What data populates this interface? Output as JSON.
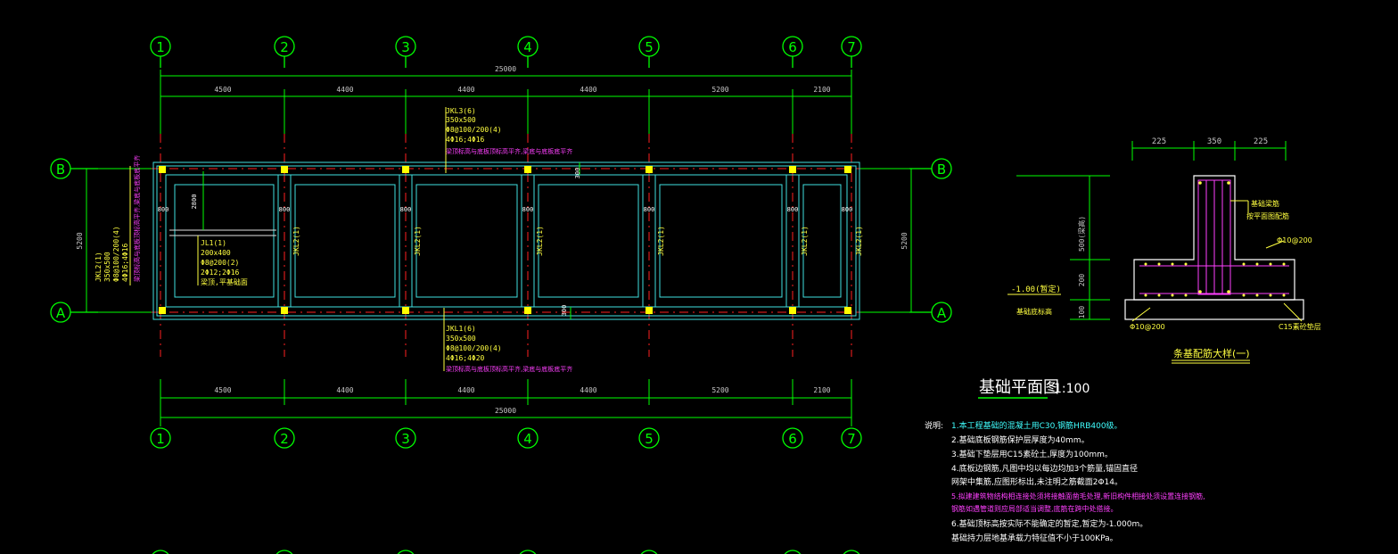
{
  "colors": {
    "background": "#000000",
    "grid_bubble": "#00ff00",
    "dimension": "#00ff00",
    "axis_line": "#ff2020",
    "beam": "#40e0e0",
    "column": "#ffff00",
    "annotation_yellow": "#ffff40",
    "annotation_magenta": "#ff40ff",
    "notes_white": "#ffffff",
    "notes_cyan": "#40ffff"
  },
  "grid": {
    "columns": [
      "1",
      "2",
      "3",
      "4",
      "5",
      "6",
      "7"
    ],
    "rows": [
      "B",
      "A"
    ]
  },
  "dimensions": {
    "total": "25000",
    "spans": [
      "4500",
      "4400",
      "4400",
      "4400",
      "5200",
      "2100"
    ],
    "vertical_left": "5200",
    "vertical_right": "5200"
  },
  "beams": {
    "jkl3_top": [
      "JKL3(6)",
      "350x500",
      "Φ8@100/200(4)",
      "4Φ16;4Φ16"
    ],
    "jkl3_top_note": "梁顶标高与底板顶标高平齐,梁底与底板底平齐",
    "jkl1_bottom": [
      "JKL1(6)",
      "350x500",
      "Φ8@100/200(4)",
      "4Φ16;4Φ20"
    ],
    "jkl1_bottom_note": "梁顶标高与底板顶标高平齐,梁底与底板底平齐",
    "jkl2_left": [
      "JKL2(1)",
      "350x500",
      "Φ8@100/200(4)",
      "4Φ16;4Φ16"
    ],
    "jkl2_left_note": "梁顶标高与底板顶标高平齐,梁底与底板底平齐",
    "jl1": [
      "JL1(1)",
      "200x400",
      "Φ8@200(2)",
      "2Φ12;2Φ16"
    ],
    "jl1_note": "梁顶,平基础面",
    "vertical_labels": [
      "JKL2(1)",
      "JKL2(1)",
      "JKL2(1)",
      "JKL2(1)",
      "JKL2(1)",
      "JKL2(1)"
    ],
    "small_dims": [
      "800",
      "800",
      "800",
      "800",
      "800",
      "800",
      "800"
    ],
    "dim_2800": "2800",
    "dim_300_top": "300",
    "dim_300_bottom": "300"
  },
  "detail": {
    "top_dims": [
      "225",
      "350",
      "225"
    ],
    "dim_500": "500(梁高)",
    "dim_200": "200",
    "dim_100": "100",
    "elevation": "-1.00(暂定)",
    "ground_label": "基础底标高",
    "label_top_right_1": "基础梁筋",
    "label_top_right_2": "按平面图配筋",
    "rebar_right": "Φ10@200",
    "rebar_bottom": "Φ10@200",
    "cushion": "C15素砼垫层",
    "title": "条基配筋大样(一)"
  },
  "title": {
    "main": "基础平面图",
    "scale": "1:100"
  },
  "notes": {
    "heading": "说明:",
    "items": [
      "1.本工程基础的混凝土用C30,钢筋HRB400级。",
      "2.基础底板钢筋保护层厚度为40mm。",
      "3.基础下垫层用C15素砼土,厚度为100mm。",
      "4.底板边钢筋,凡图中均以每边均加3个筋量,锚固直径",
      "  网架中集筋,应图形标出,未注明之筋截面2Φ14。",
      "5.拟建建筑物结构相连接处须将接触面凿毛处理,新旧构件相接处须设置连接钢筋,",
      "  钢筋如遇管道则应局部适当调整,底筋在跨中处搭接。",
      "6.基础顶标高按实际不能确定的暂定,暂定为-1.000m。",
      "  基础持力层地基承载力特征值不小于100KPa。"
    ]
  }
}
